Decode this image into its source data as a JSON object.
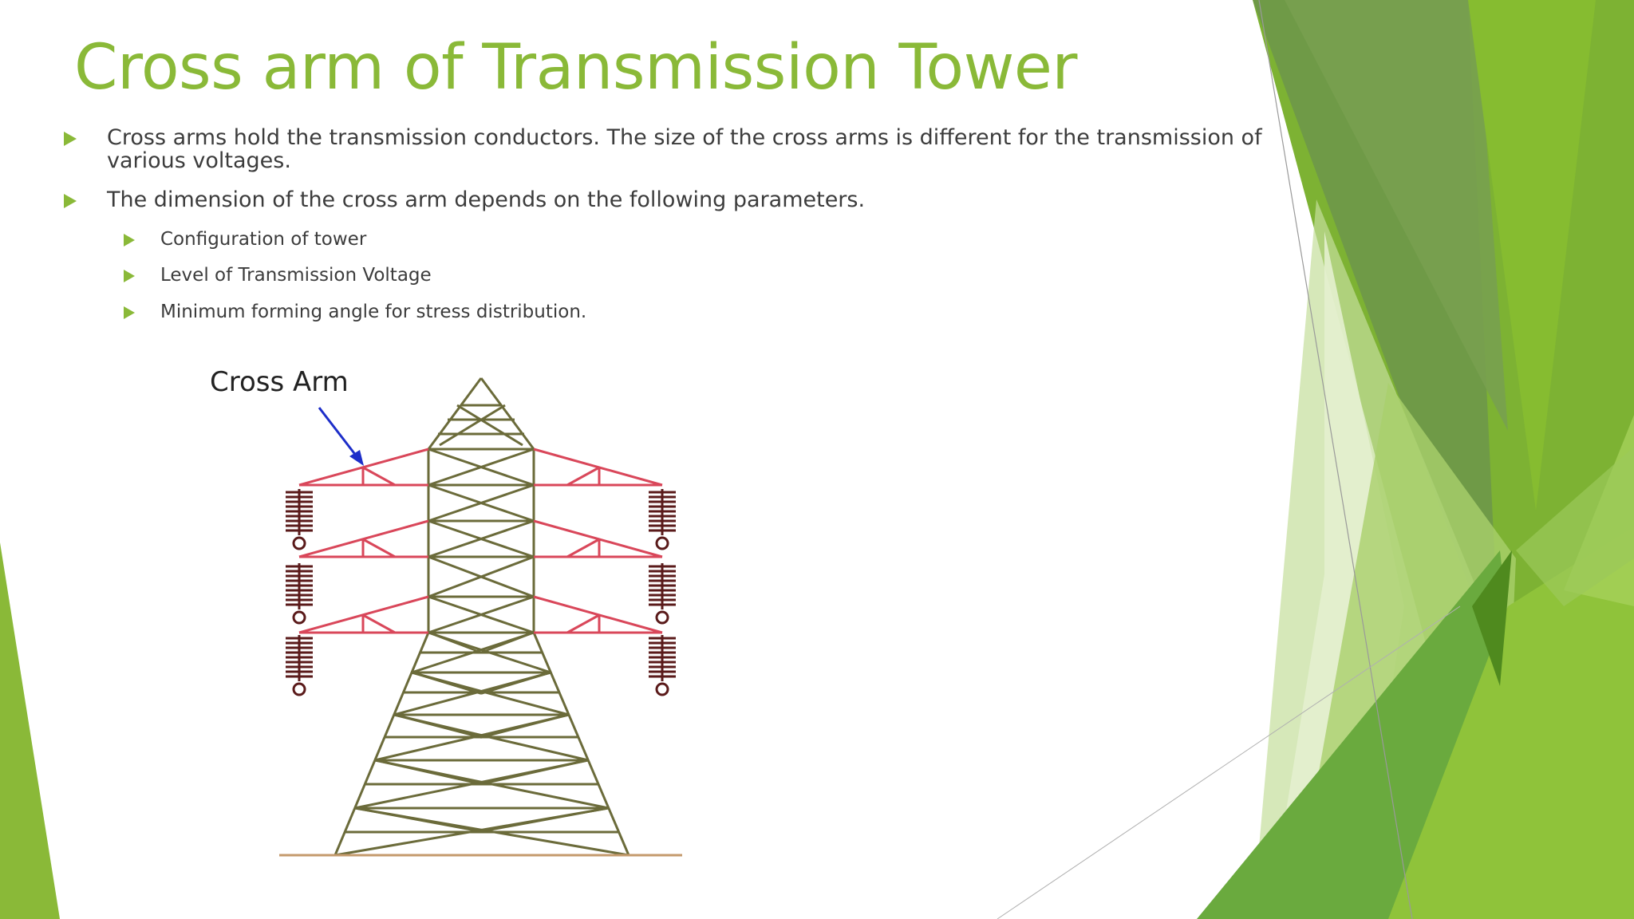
{
  "slide": {
    "title": "Cross arm of Transmission Tower",
    "bullets": [
      "Cross arms hold the transmission conductors. The size of the cross arms is different for the transmission of various voltages.",
      "The dimension of the cross arm depends on the following parameters."
    ],
    "sub_bullets": [
      "Configuration of tower",
      "Level of Transmission Voltage",
      "Minimum forming angle for stress distribution."
    ]
  },
  "figure": {
    "label": "Cross Arm",
    "colors": {
      "tower": "#6b6b3a",
      "cross_arm": "#d9475a",
      "insulator": "#5a1a1a",
      "pointer": "#1d2ec9",
      "ground": "#c49a6c"
    }
  },
  "theme": {
    "accent": "#8ab938",
    "text": "#3c3c3c"
  }
}
